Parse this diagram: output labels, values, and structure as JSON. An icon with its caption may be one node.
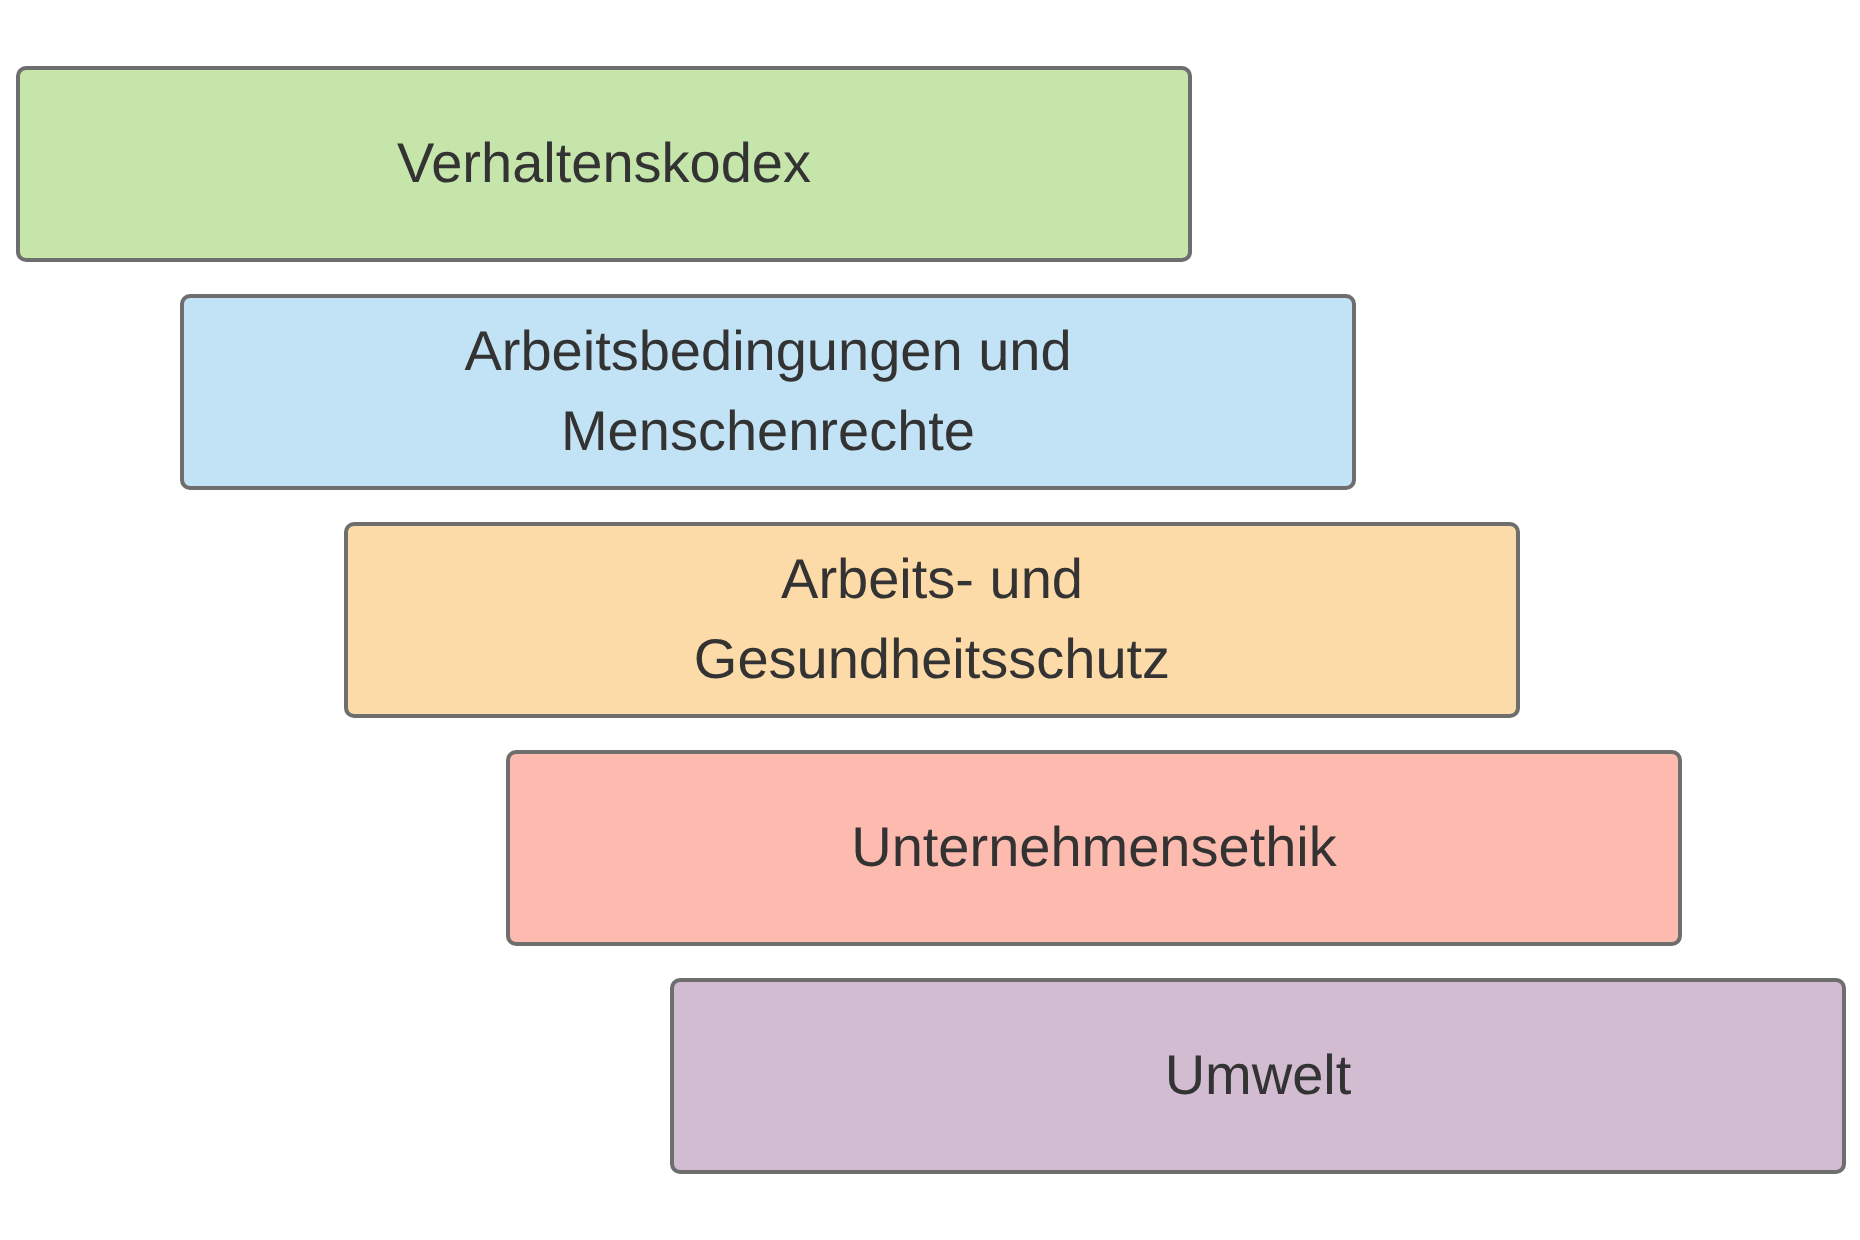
{
  "diagram": {
    "nodes": [
      {
        "text": [
          "Verhaltenskodex"
        ]
      },
      {
        "text": [
          "Arbeitsbedingungen und Menschenrechte"
        ]
      },
      {
        "text": [
          "Arbeits- und Gesundheitsschutz"
        ]
      },
      {
        "text": [
          "Unternehmensethik"
        ]
      },
      {
        "text": [
          "Umwelt"
        ]
      }
    ]
  }
}
